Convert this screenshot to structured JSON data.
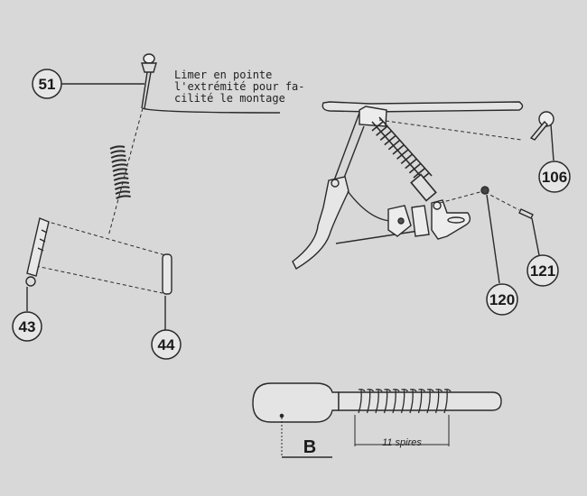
{
  "note": {
    "line1": "Limer en pointe",
    "line2": "l'extrémité pour fa-",
    "line3": "cilité le montage"
  },
  "callouts": [
    "51",
    "43",
    "44",
    "106",
    "121",
    "120"
  ],
  "detail": {
    "dimension_label": "B",
    "coil_label": "11 spires"
  }
}
